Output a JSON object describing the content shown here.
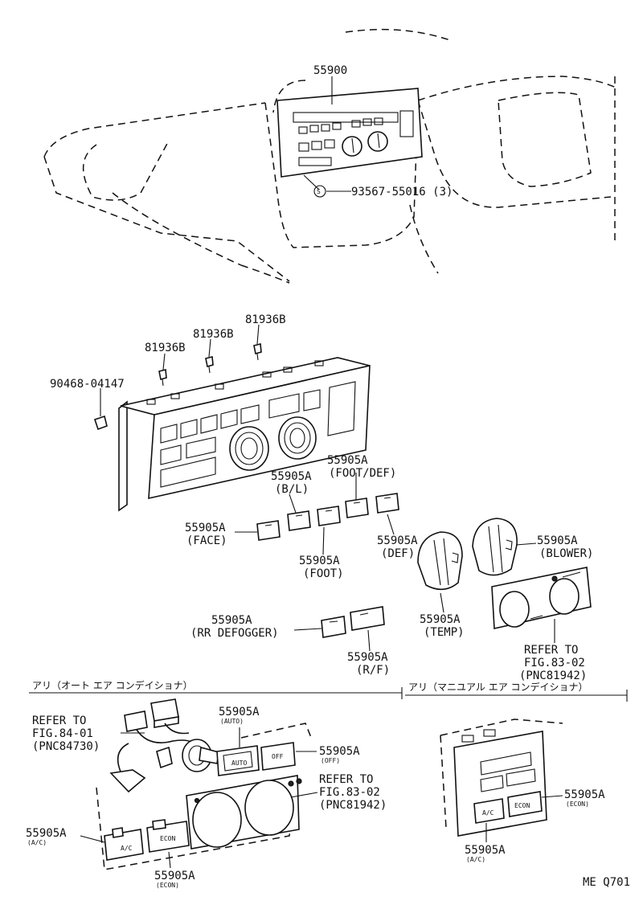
{
  "labels": {
    "p55900": "55900",
    "p93567": "93567-55016 (3)",
    "s_mark": "S",
    "p819_a": "81936B",
    "p819_b": "81936B",
    "p819_c": "81936B",
    "p90468": "90468-04147",
    "bl_num": "55905A",
    "bl_sub": "(B/L)",
    "fd_num": "55905A",
    "fd_sub": "(FOOT/DEF)",
    "face_num": "55905A",
    "face_sub": "(FACE)",
    "foot_num": "55905A",
    "foot_sub": "(FOOT)",
    "def_num": "55905A",
    "def_sub": "(DEF)",
    "blower_num": "55905A",
    "blower_sub": "(BLOWER)",
    "temp_num": "55905A",
    "temp_sub": "(TEMP)",
    "rr_num": "55905A",
    "rr_sub": "(RR DEFOGGER)",
    "rf_num": "55905A",
    "rf_sub": "(R/F)",
    "ref83a_1": "REFER TO",
    "ref83a_2": "FIG.83-02",
    "ref83a_3": "(PNC81942)",
    "sec_auto": "アリ（オート エア コンデイショナ）",
    "sec_manual": "アリ（マニユアル エア コンデイショナ）",
    "ref84_1": "REFER TO",
    "ref84_2": "FIG.84-01",
    "ref84_3": "(PNC84730)",
    "auto_num": "55905A",
    "auto_sub": "(AUTO)",
    "off_num": "55905A",
    "off_sub": "(OFF)",
    "ref83b_1": "REFER TO",
    "ref83b_2": "FIG.83-02",
    "ref83b_3": "(PNC81942)",
    "ac_num": "55905A",
    "ac_sub": "(A/C)",
    "econ_num": "55905A",
    "econ_sub": "(ECON)",
    "m_econ_num": "55905A",
    "m_econ_sub": "(ECON)",
    "m_ac_num": "55905A",
    "m_ac_sub": "(A/C)",
    "figure_code": "ME Q701",
    "btn_auto": "AUTO",
    "btn_off": "OFF",
    "btn_ac": "A/C",
    "btn_econ": "ECON"
  }
}
